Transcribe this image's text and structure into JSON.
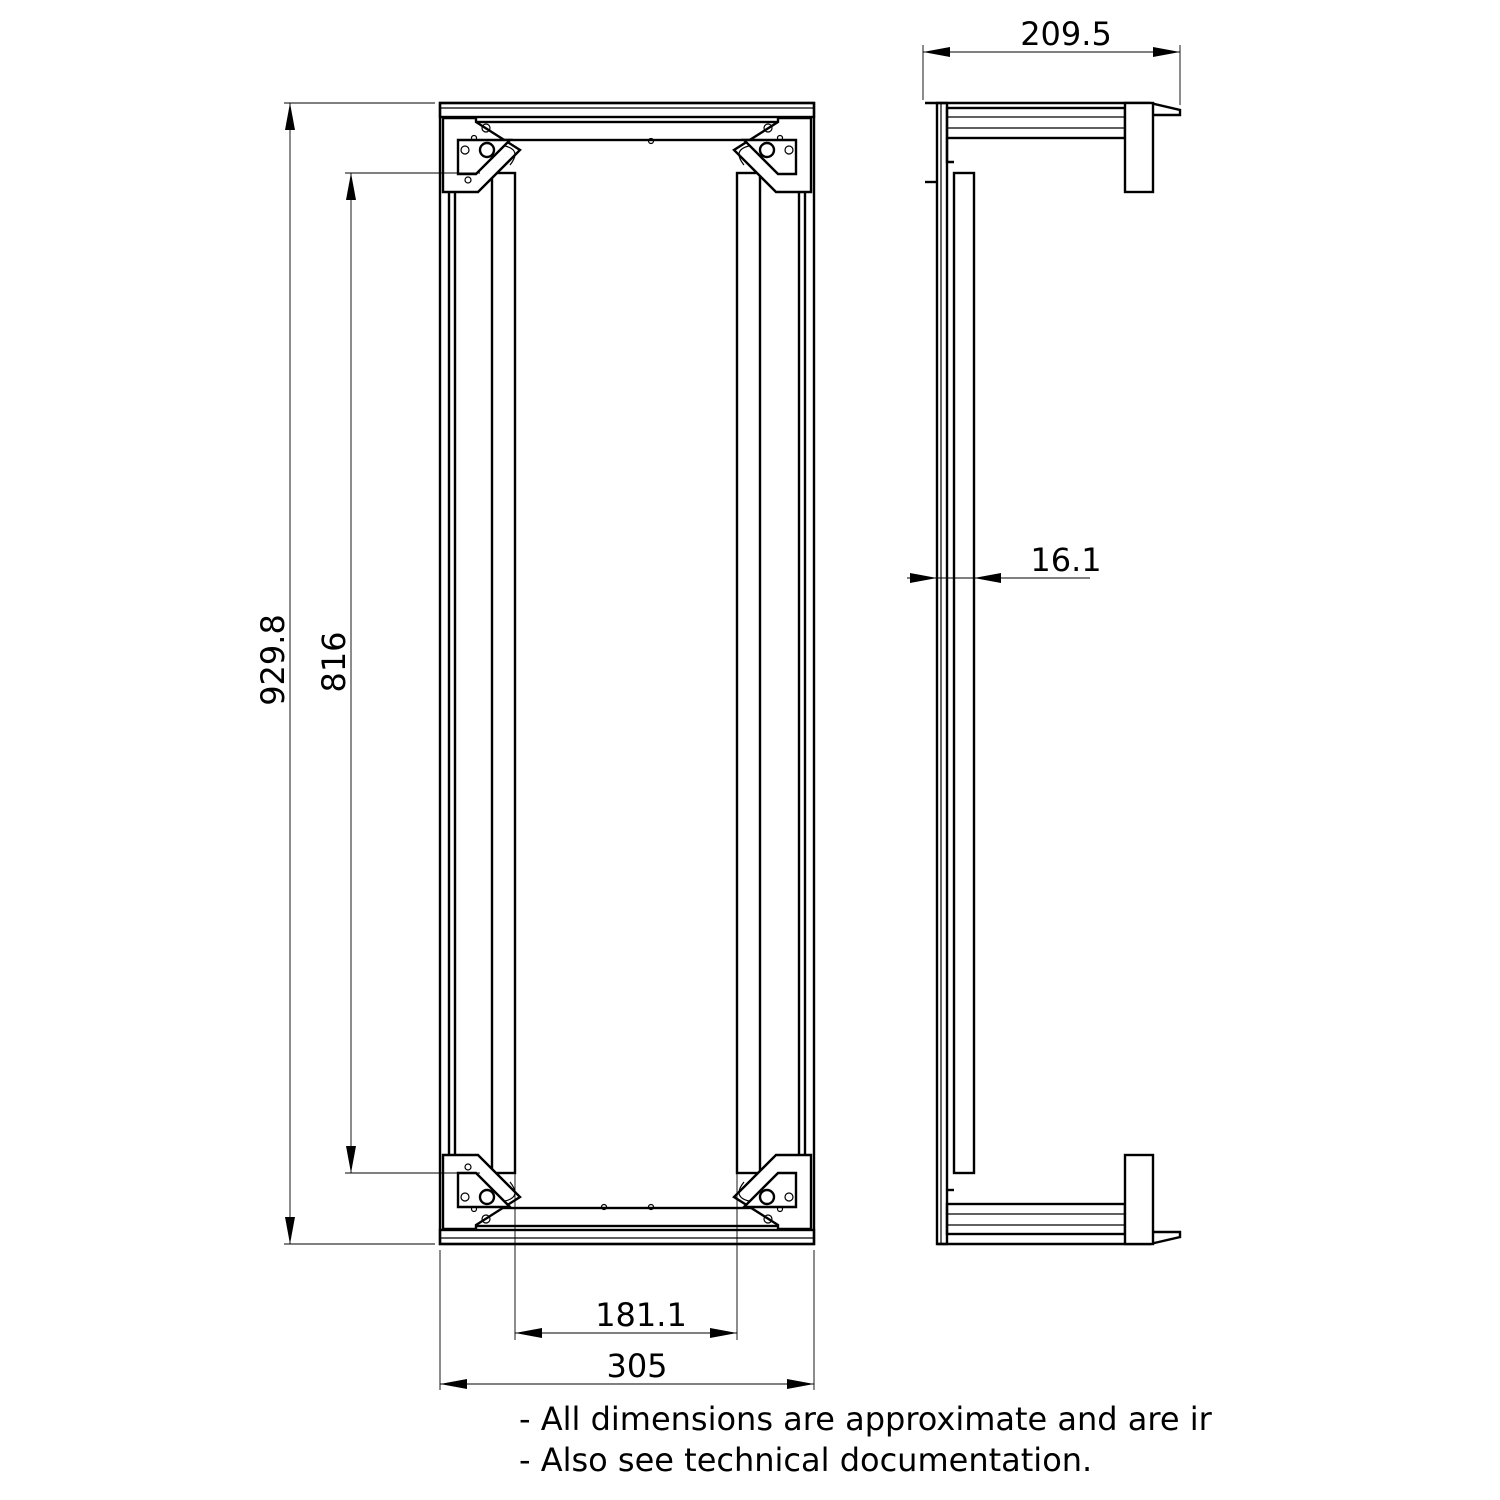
{
  "dimensions": {
    "overall_height": "929.8",
    "rail_length": "816",
    "inner_width": "181.1",
    "overall_width": "305",
    "depth": "209.5",
    "profile_thickness": "16.1"
  },
  "notes": [
    "- All dimensions are approximate and are ir",
    "- Also see technical documentation."
  ],
  "colors": {
    "line": "#000000",
    "background": "#ffffff"
  }
}
